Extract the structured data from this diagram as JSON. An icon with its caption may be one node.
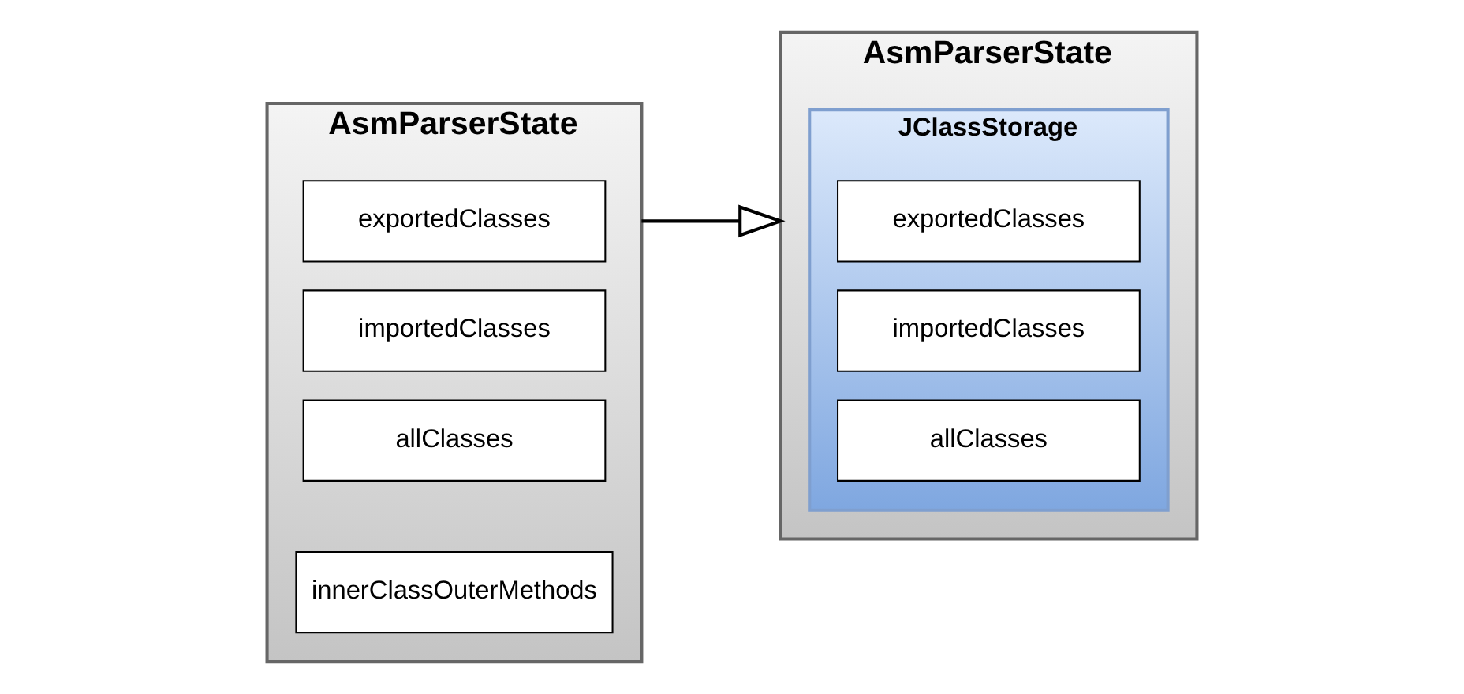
{
  "diagram": {
    "nodes": [
      {
        "text": [
          "AsmParserState"
        ]
      },
      {
        "text": [
          "exportedClasses"
        ],
        "in": 0
      },
      {
        "text": [
          "importedClasses"
        ],
        "in": 0
      },
      {
        "text": [
          "allClasses"
        ],
        "in": 0
      },
      {
        "text": [
          "innerClassOuterMethods"
        ],
        "in": 0
      },
      {
        "text": [
          "AsmParserState"
        ]
      },
      {
        "text": [
          "JClassStorage"
        ],
        "in": 5
      },
      {
        "text": [
          "exportedClasses"
        ],
        "in": 6
      },
      {
        "text": [
          "importedClasses"
        ],
        "in": 6
      },
      {
        "text": [
          "allClasses"
        ],
        "in": 6
      }
    ],
    "edges": [
      {
        "from": 0,
        "to": 5,
        "arrow": "to"
      }
    ]
  }
}
